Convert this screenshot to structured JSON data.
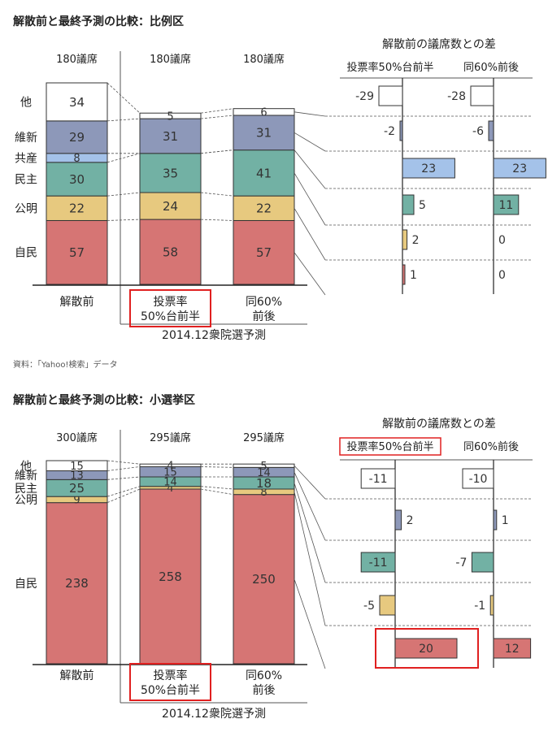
{
  "colors": {
    "他": "#ffffff",
    "維新": "#8d98b9",
    "共産": "#a4c2e9",
    "民主": "#72b1a4",
    "公明": "#e7c97f",
    "自民": "#d67574",
    "highlight": "#e02020"
  },
  "source_note": "資料：「Yahoo!検索」データ",
  "chart_data": [
    {
      "type": "bar",
      "stacked": true,
      "title": "解散前と最終予測の比較：比例区",
      "categories": [
        "解散前",
        "投票率\n50%台前半",
        "同60%\n前後"
      ],
      "seat_totals": [
        "180議席",
        "180議席",
        "180議席"
      ],
      "group_label": "2014.12衆院選予測",
      "highlight_category": "投票率\n50%台前半",
      "series": [
        {
          "name": "自民",
          "values": [
            57,
            58,
            57
          ]
        },
        {
          "name": "公明",
          "values": [
            22,
            24,
            22
          ]
        },
        {
          "name": "民主",
          "values": [
            30,
            35,
            41
          ]
        },
        {
          "name": "共産",
          "values": [
            8,
            0,
            0
          ]
        },
        {
          "name": "維新",
          "values": [
            29,
            31,
            31
          ]
        },
        {
          "name": "他",
          "values": [
            34,
            5,
            6
          ]
        }
      ],
      "column_series": [
        [
          "自民",
          "公明",
          "民主",
          "共産",
          "維新",
          "他"
        ],
        [
          "自民",
          "公明",
          "民主",
          "共産",
          "維新",
          "他"
        ],
        [
          "自民",
          "公明",
          "民主",
          "共産",
          "維新",
          "他"
        ]
      ],
      "column_fills": [
        {
          "維新": "#8d98b9",
          "共産": "#a4c2e9"
        },
        {
          "維新": "#8d98b9",
          "共産": "#a4c2e9"
        },
        {
          "維新": "#8d98b9",
          "共産": "#a4c2e9"
        }
      ],
      "diff": {
        "title": "解散前の議席数との差",
        "columns": [
          "投票率50%台前半",
          "同60%前後"
        ],
        "highlight_column": "",
        "rows": [
          {
            "series": "他",
            "values": [
              -29,
              -28
            ]
          },
          {
            "series": "維新",
            "values": [
              -2,
              -6
            ]
          },
          {
            "series": "共産",
            "values": [
              23,
              23
            ]
          },
          {
            "series": "民主",
            "values": [
              5,
              11
            ]
          },
          {
            "series": "公明",
            "values": [
              2,
              0
            ]
          },
          {
            "series": "自民",
            "values": [
              1,
              0
            ]
          }
        ]
      }
    },
    {
      "type": "bar",
      "stacked": true,
      "title": "解散前と最終予測の比較：小選挙区",
      "categories": [
        "解散前",
        "投票率\n50%台前半",
        "同60%\n前後"
      ],
      "seat_totals": [
        "300議席",
        "295議席",
        "295議席"
      ],
      "group_label": "2014.12衆院選予測",
      "highlight_category": "投票率\n50%台前半",
      "series": [
        {
          "name": "自民",
          "values": [
            238,
            258,
            250
          ]
        },
        {
          "name": "公明",
          "values": [
            9,
            4,
            8
          ]
        },
        {
          "name": "民主",
          "values": [
            25,
            14,
            18
          ]
        },
        {
          "name": "維新",
          "values": [
            13,
            15,
            14
          ]
        },
        {
          "name": "他",
          "values": [
            15,
            4,
            5
          ]
        }
      ],
      "diff": {
        "title": "解散前の議席数との差",
        "columns": [
          "投票率50%台前半",
          "同60%前後"
        ],
        "highlight_column": "投票率50%台前半",
        "highlight_row": "自民",
        "rows": [
          {
            "series": "他",
            "values": [
              -11,
              -10
            ]
          },
          {
            "series": "維新",
            "values": [
              2,
              1
            ]
          },
          {
            "series": "民主",
            "values": [
              -11,
              -7
            ]
          },
          {
            "series": "公明",
            "values": [
              -5,
              -1
            ]
          },
          {
            "series": "自民",
            "values": [
              20,
              12
            ]
          }
        ]
      }
    }
  ]
}
